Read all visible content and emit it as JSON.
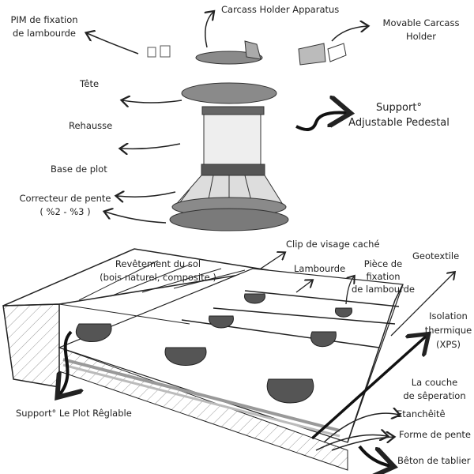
{
  "labels": {
    "carcass_holder_apparatus": "Carcass Holder Apparatus",
    "pim_line1": "PIM de fixation",
    "pim_line2": "de lambourde",
    "movable_line1": "Movable Carcass",
    "movable_line2": "Holder",
    "tete": "Tête",
    "rehausse": "Rehausse",
    "support_line1": "Support°",
    "support_line2": "Adjustable Pedestal",
    "base_de_plot": "Base de plot",
    "correcteur_line1": "Correcteur de pente",
    "correcteur_line2": "( %2 - %3 )",
    "clip": "Clip de visage caché",
    "revetement_line1": "Revêtement du sol",
    "revetement_line2": "(bois naturel, composite )",
    "lambourde": "Lambourde",
    "piece_line1": "Pièce de",
    "piece_line2": "fixation",
    "piece_line3": "de lambourde",
    "geotextile": "Geotextile",
    "isolation_line1": "Isolation",
    "isolation_line2": "thermique",
    "isolation_line3": "(XPS)",
    "support_plot": "Support° Le Plot Rêglable",
    "couche_line1": "La couche",
    "couche_line2": "de sêperation",
    "etancheite": "Etanchêitê",
    "forme_de_pente": "Forme de pente",
    "beton": "Bêton de tablier"
  },
  "colors": {
    "ink": "#222222",
    "part_fill": "#8a8a8a",
    "paper": "#ffffff"
  }
}
